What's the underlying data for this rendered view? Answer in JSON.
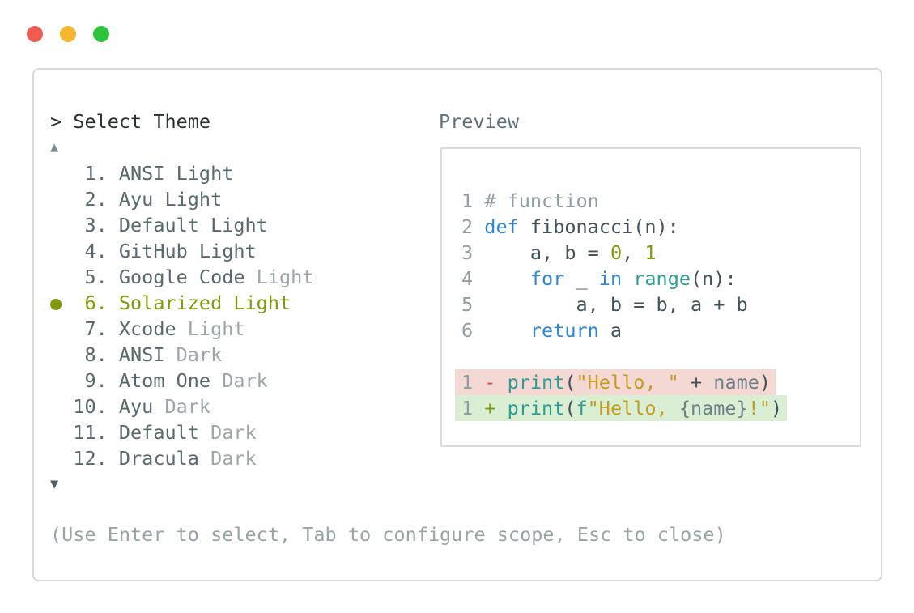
{
  "window_controls": {
    "buttons": [
      "close",
      "minimize",
      "zoom"
    ],
    "colors": {
      "close": "#f15b51",
      "minimize": "#f3b62e",
      "zoom": "#2cc53d"
    }
  },
  "prompt": {
    "symbol": "> ",
    "title": "Select Theme"
  },
  "scroll": {
    "up": "▲",
    "down": "▼"
  },
  "themes": [
    {
      "prefix": "   1. ",
      "name": "ANSI",
      "suffix": " Light",
      "selected": false,
      "dim_suffix": false
    },
    {
      "prefix": "   2. ",
      "name": "Ayu",
      "suffix": " Light",
      "selected": false,
      "dim_suffix": false
    },
    {
      "prefix": "   3. ",
      "name": "Default",
      "suffix": " Light",
      "selected": false,
      "dim_suffix": false
    },
    {
      "prefix": "   4. ",
      "name": "GitHub",
      "suffix": " Light",
      "selected": false,
      "dim_suffix": false
    },
    {
      "prefix": "   5. ",
      "name": "Google Code",
      "suffix": " Light",
      "selected": false,
      "dim_suffix": true
    },
    {
      "prefix": "●  6. ",
      "name": "Solarized",
      "suffix": " Light",
      "selected": true,
      "dim_suffix": false
    },
    {
      "prefix": "   7. ",
      "name": "Xcode",
      "suffix": " Light",
      "selected": false,
      "dim_suffix": true
    },
    {
      "prefix": "   8. ",
      "name": "ANSI",
      "suffix": " Dark",
      "selected": false,
      "dim_suffix": true
    },
    {
      "prefix": "   9. ",
      "name": "Atom One",
      "suffix": " Dark",
      "selected": false,
      "dim_suffix": true
    },
    {
      "prefix": "  10. ",
      "name": "Ayu",
      "suffix": " Dark",
      "selected": false,
      "dim_suffix": true
    },
    {
      "prefix": "  11. ",
      "name": "Default",
      "suffix": " Dark",
      "selected": false,
      "dim_suffix": true
    },
    {
      "prefix": "  12. ",
      "name": "Dracula",
      "suffix": " Dark",
      "selected": false,
      "dim_suffix": true
    }
  ],
  "selected_theme": "Solarized Light",
  "help": {
    "text": "(Use Enter to select, Tab to configure scope, Esc to close)"
  },
  "preview": {
    "label": "Preview",
    "lines": [
      {
        "tokens": [
          {
            "t": "1 ",
            "c": "ln"
          },
          {
            "t": "# function",
            "c": "cmt"
          }
        ]
      },
      {
        "tokens": [
          {
            "t": "2 ",
            "c": "ln"
          },
          {
            "t": "def",
            "c": "kw"
          },
          {
            "t": " fibonacci(n):",
            "c": "txt"
          }
        ]
      },
      {
        "tokens": [
          {
            "t": "3 ",
            "c": "ln"
          },
          {
            "t": "    a, b = ",
            "c": "txt"
          },
          {
            "t": "0",
            "c": "num"
          },
          {
            "t": ", ",
            "c": "txt"
          },
          {
            "t": "1",
            "c": "num"
          }
        ]
      },
      {
        "tokens": [
          {
            "t": "4 ",
            "c": "ln"
          },
          {
            "t": "    ",
            "c": "txt"
          },
          {
            "t": "for",
            "c": "kw"
          },
          {
            "t": " _ ",
            "c": "txt"
          },
          {
            "t": "in",
            "c": "kw"
          },
          {
            "t": " ",
            "c": "txt"
          },
          {
            "t": "range",
            "c": "fn"
          },
          {
            "t": "(n):",
            "c": "txt"
          }
        ]
      },
      {
        "tokens": [
          {
            "t": "5 ",
            "c": "ln"
          },
          {
            "t": "        a, b = b, a + b",
            "c": "txt"
          }
        ]
      },
      {
        "tokens": [
          {
            "t": "6 ",
            "c": "ln"
          },
          {
            "t": "    ",
            "c": "txt"
          },
          {
            "t": "return",
            "c": "kw"
          },
          {
            "t": " a",
            "c": "txt"
          }
        ]
      },
      {
        "diff": "removed",
        "tokens": [
          {
            "t": "1 ",
            "c": "ln"
          },
          {
            "t": "- ",
            "c": "del"
          },
          {
            "t": "print",
            "c": "fn"
          },
          {
            "t": "(",
            "c": "txt"
          },
          {
            "t": "\"Hello, \"",
            "c": "str"
          },
          {
            "t": " + ",
            "c": "txt"
          },
          {
            "t": "name",
            "c": "id"
          },
          {
            "t": ")",
            "c": "txt"
          }
        ]
      },
      {
        "diff": "added",
        "tokens": [
          {
            "t": "1 ",
            "c": "ln"
          },
          {
            "t": "+ ",
            "c": "add"
          },
          {
            "t": "print",
            "c": "fn"
          },
          {
            "t": "(",
            "c": "txt"
          },
          {
            "t": "f",
            "c": "fn"
          },
          {
            "t": "\"Hello, ",
            "c": "str"
          },
          {
            "t": "{name}",
            "c": "id"
          },
          {
            "t": "!\"",
            "c": "str"
          },
          {
            "t": ")",
            "c": "txt"
          }
        ]
      }
    ]
  },
  "colors": {
    "accent_olive": "#7f9a0c",
    "keyword_blue": "#2f87d3",
    "function_teal": "#2a9d94",
    "string_gold": "#c39c20",
    "removed_red": "#e2443c",
    "diff_removed_bg": "#f4d8d4",
    "diff_added_bg": "#d9eed3",
    "list_text": "#57696f",
    "dim_text": "#9aa6a9"
  }
}
